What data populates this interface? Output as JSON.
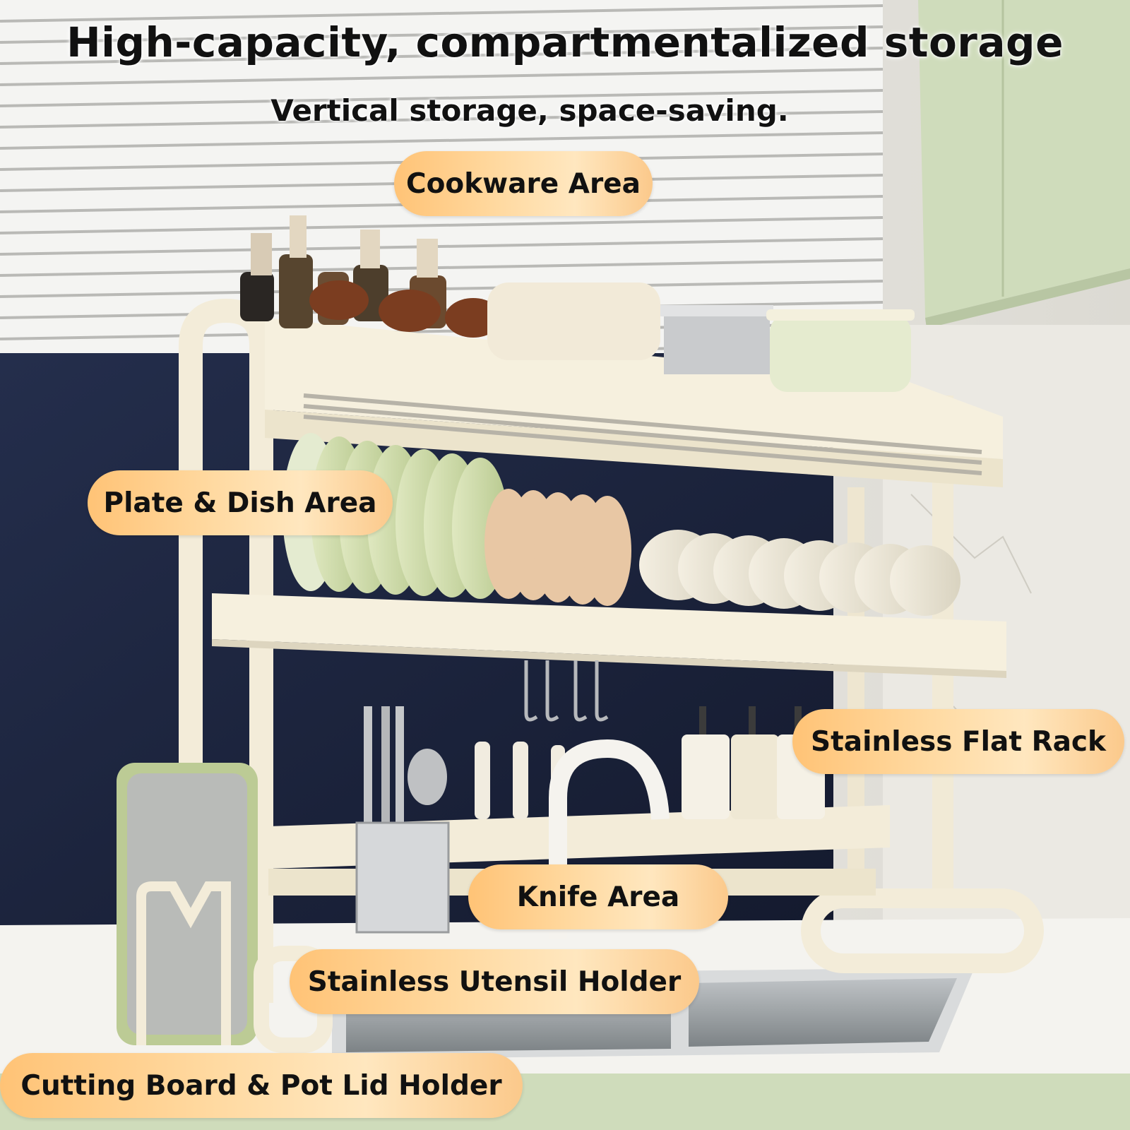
{
  "headline": "High-capacity, compartmentalized storage",
  "subheadline": "Vertical storage, space-saving.",
  "labels": {
    "cookware": "Cookware Area",
    "plate_dish": "Plate & Dish Area",
    "flat_rack": "Stainless Flat Rack",
    "knife": "Knife Area",
    "utensil_holder": "Stainless Utensil Holder",
    "cutting_board": "Cutting Board & Pot Lid Holder"
  },
  "colors": {
    "label_background": "#ffc376",
    "rack_frame": "#f3ecd9",
    "backsplash": "#1c2540",
    "cabinet": "#c9d8b4"
  }
}
